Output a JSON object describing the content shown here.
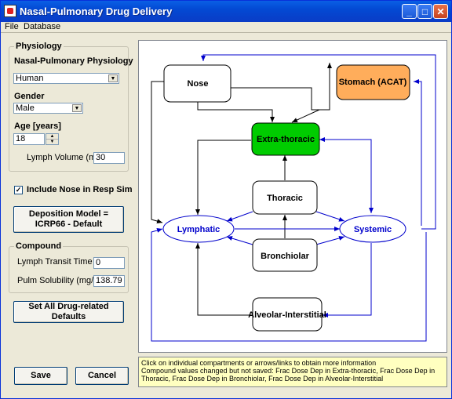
{
  "window": {
    "title": "Nasal-Pulmonary Drug Delivery"
  },
  "menu": {
    "file": "File",
    "database": "Database"
  },
  "physiology": {
    "group_title": "Physiology",
    "physiology_label": "Nasal-Pulmonary Physiology",
    "physiology_value": "Human",
    "gender_label": "Gender",
    "gender_value": "Male",
    "age_label": "Age [years]",
    "age_value": "18",
    "lymph_volume_label": "Lymph Volume (mL)",
    "lymph_volume_value": "30"
  },
  "include_nose": {
    "label": "Include Nose in Resp Sim",
    "checked": true
  },
  "deposition_button": {
    "line1": "Deposition Model =",
    "line2": "ICRP66 - Default"
  },
  "compound": {
    "group_title": "Compound",
    "lymph_transit_label": "Lymph Transit Time (h)",
    "lymph_transit_value": "0",
    "pulm_solubility_label": "Pulm Solubility (mg/mL)",
    "pulm_solubility_value": "138.79"
  },
  "set_defaults_button": "Set All Drug-related Defaults",
  "save_button": "Save",
  "cancel_button": "Cancel",
  "diagram": {
    "nose": "Nose",
    "stomach": "Stomach (ACAT)",
    "extra_thoracic": "Extra-thoracic",
    "thoracic": "Thoracic",
    "bronchiolar": "Bronchiolar",
    "alveolar": "Alveolar-Interstitial",
    "lymphatic": "Lymphatic",
    "systemic": "Systemic",
    "colors": {
      "extra_thoracic": "#00cc00",
      "stomach": "#ffad5b",
      "link": "#0000cc"
    }
  },
  "info": {
    "line1": "Click on individual compartments or arrows/links to obtain more information",
    "line2": "Compound values changed but not saved: Frac Dose Dep in Extra-thoracic, Frac Dose Dep in",
    "line3": "Thoracic, Frac Dose Dep in Bronchiolar, Frac Dose Dep in Alveolar-Interstitial"
  }
}
